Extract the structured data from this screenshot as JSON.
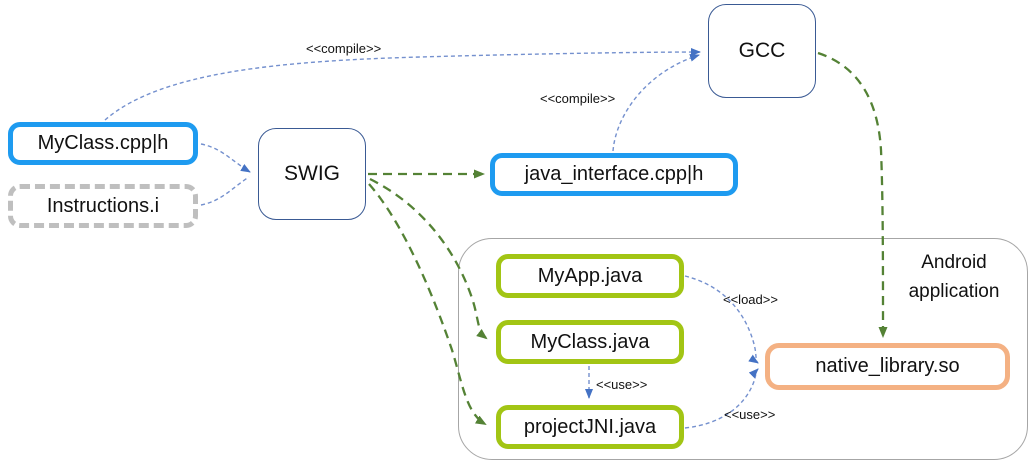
{
  "nodes": {
    "myclass_cpp": {
      "label": "MyClass.cpp|h"
    },
    "instructions_i": {
      "label": "Instructions.i"
    },
    "swig": {
      "label": "SWIG"
    },
    "gcc": {
      "label": "GCC"
    },
    "java_interface": {
      "label": "java_interface.cpp|h"
    },
    "myapp_java": {
      "label": "MyApp.java"
    },
    "myclass_java": {
      "label": "MyClass.java"
    },
    "projectjni_java": {
      "label": "projectJNI.java"
    },
    "native_library": {
      "label": "native_library.so"
    },
    "android_container": {
      "label_line1": "Android",
      "label_line2": "application"
    }
  },
  "edge_labels": {
    "compile_top": "<<compile>>",
    "compile_mid": "<<compile>>",
    "load": "<<load>>",
    "use_between": "<<use>>",
    "use_right": "<<use>>"
  },
  "colors": {
    "file_box_blue": "#1E9BF0",
    "java_box_green": "#A2C514",
    "native_box_orange": "#F4B183",
    "optional_box_gray": "#BFBFBF",
    "tool_box_navy": "#3A5A94",
    "container_gray": "#A6A6A6",
    "dependency_arrow_blue": "#7490CE",
    "arrowhead_blue": "#4472C4",
    "generate_arrow_green": "#548235"
  }
}
